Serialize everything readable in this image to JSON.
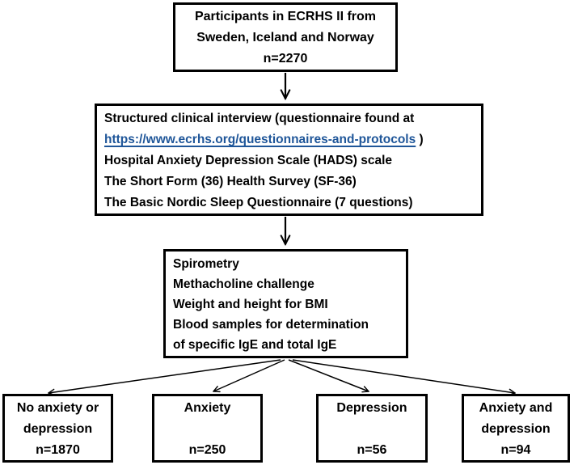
{
  "diagram": {
    "colors": {
      "background": "#ffffff",
      "ink": "#000000",
      "link": "#1f5699"
    },
    "participants_box": {
      "lines": [
        "Participants in ECRHS II from",
        "Sweden, Iceland and Norway",
        "n=2270"
      ]
    },
    "interview_box": {
      "line1": "Structured clinical interview (questionnaire found at",
      "link_text": "https://www.ecrhs.org/questionnaires-and-protocols",
      "link_suffix": " )",
      "line3": "Hospital Anxiety Depression Scale (HADS) scale",
      "line4": "The Short Form (36) Health Survey (SF-36)",
      "line5": "The Basic Nordic Sleep Questionnaire (7 questions)"
    },
    "assessment_box": {
      "lines": [
        "Spirometry",
        "Methacholine challenge",
        "Weight and height for BMI",
        "Blood samples for determination",
        "of specific IgE and total IgE"
      ]
    },
    "outcome_boxes": [
      {
        "lines": [
          "No anxiety or",
          "depression",
          "n=1870"
        ]
      },
      {
        "lines": [
          "Anxiety",
          "",
          "n=250"
        ]
      },
      {
        "lines": [
          "Depression",
          "",
          "n=56"
        ]
      },
      {
        "lines": [
          "Anxiety and",
          "depression",
          "n=94"
        ]
      }
    ]
  }
}
